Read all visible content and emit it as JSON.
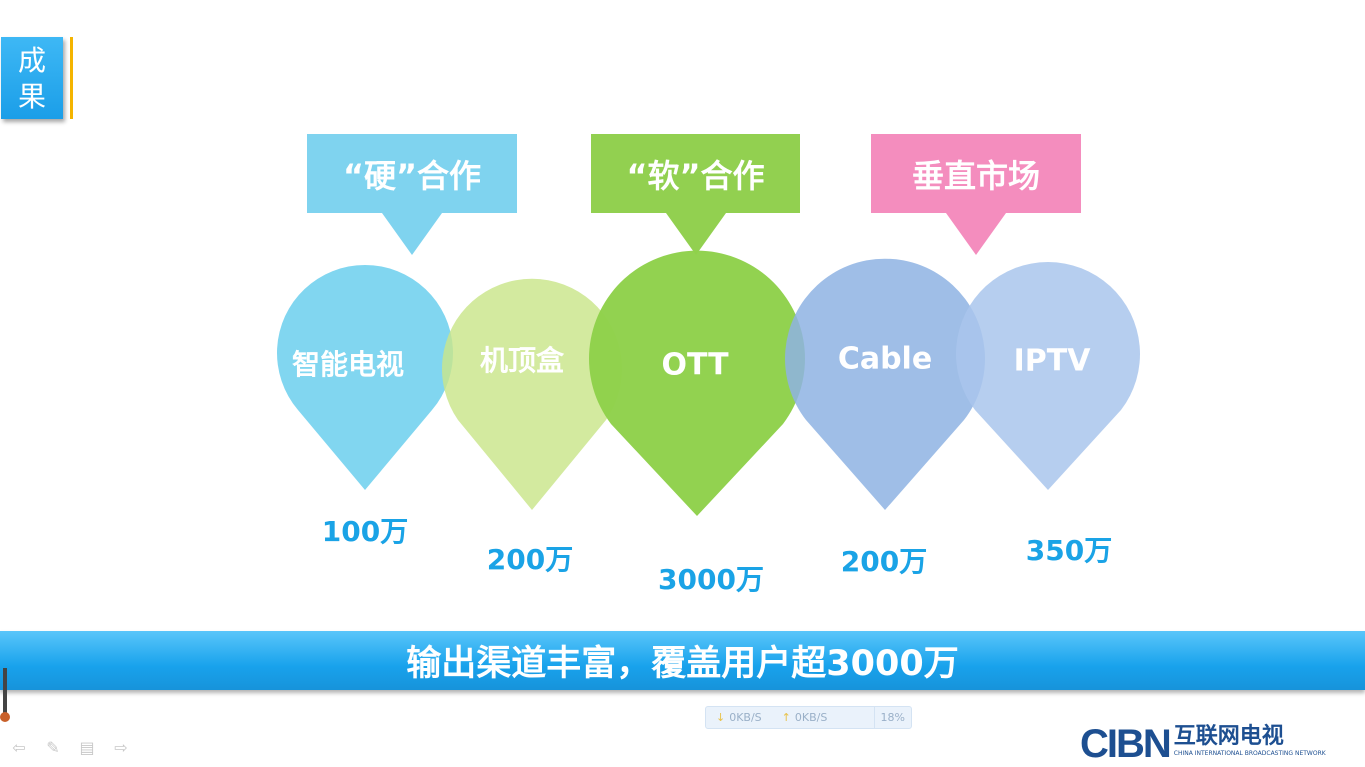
{
  "section_tag": {
    "line1": "成",
    "line2": "果"
  },
  "callouts": [
    {
      "label": "“硬”合作",
      "color": "#7fd3ef"
    },
    {
      "label": "“软”合作",
      "color": "#92d050"
    },
    {
      "label": "垂直市场",
      "color": "#f48dbe"
    }
  ],
  "drops": [
    {
      "label": "智能电视",
      "count": "100万",
      "color": "#6fd0ee"
    },
    {
      "label": "机顶盒",
      "count": "200万",
      "color": "#c9e58a"
    },
    {
      "label": "OTT",
      "count": "3000万",
      "color": "#8ed14a"
    },
    {
      "label": "Cable",
      "count": "200万",
      "color": "#8eb3e3"
    },
    {
      "label": "IPTV",
      "count": "350万",
      "color": "#a9c5ec"
    }
  ],
  "banner": {
    "text": "输出渠道丰富，覆盖用户超3000万"
  },
  "netbar": {
    "down": "0KB/S",
    "up": "0KB/S",
    "percent": "18%"
  },
  "logo": {
    "mark": "CIBN",
    "name": "互联网电视",
    "subtitle": "CHINA INTERNATIONAL BROADCASTING NETWORK"
  },
  "nav": {
    "prev": "⇦",
    "pen": "✎",
    "menu": "▤",
    "next": "⇨"
  }
}
